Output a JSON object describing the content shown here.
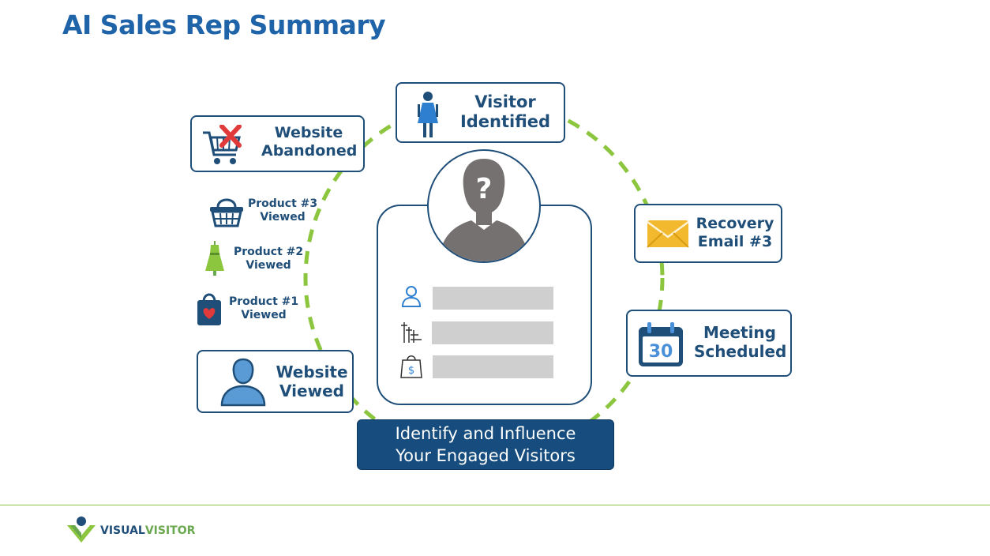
{
  "title": "AI Sales Rep Summary",
  "nodes": {
    "website_abandoned": "Website\nAbandoned",
    "visitor_identified": "Visitor\nIdentified",
    "recovery_email": "Recovery\nEmail #3",
    "meeting_scheduled": "Meeting\nScheduled",
    "website_viewed": "Website\nViewed"
  },
  "products": [
    {
      "label": "Product #3\nViewed",
      "icon": "basket-icon"
    },
    {
      "label": "Product #2\nViewed",
      "icon": "dress-icon"
    },
    {
      "label": "Product #1\nViewed",
      "icon": "shopping-bag-heart-icon"
    }
  ],
  "calendar_day": "30",
  "card_fields": [
    {
      "icon": "person-outline-icon"
    },
    {
      "icon": "company-icon"
    },
    {
      "icon": "dollar-bag-icon"
    }
  ],
  "banner": "Identify and Influence\nYour Engaged Visitors",
  "logo": {
    "part1": "VISUAL",
    "part2": "VISITOR"
  },
  "colors": {
    "title": "#1f64a8",
    "border": "#1f4e79",
    "ring": "#8cc63f",
    "banner": "#164c7e"
  }
}
